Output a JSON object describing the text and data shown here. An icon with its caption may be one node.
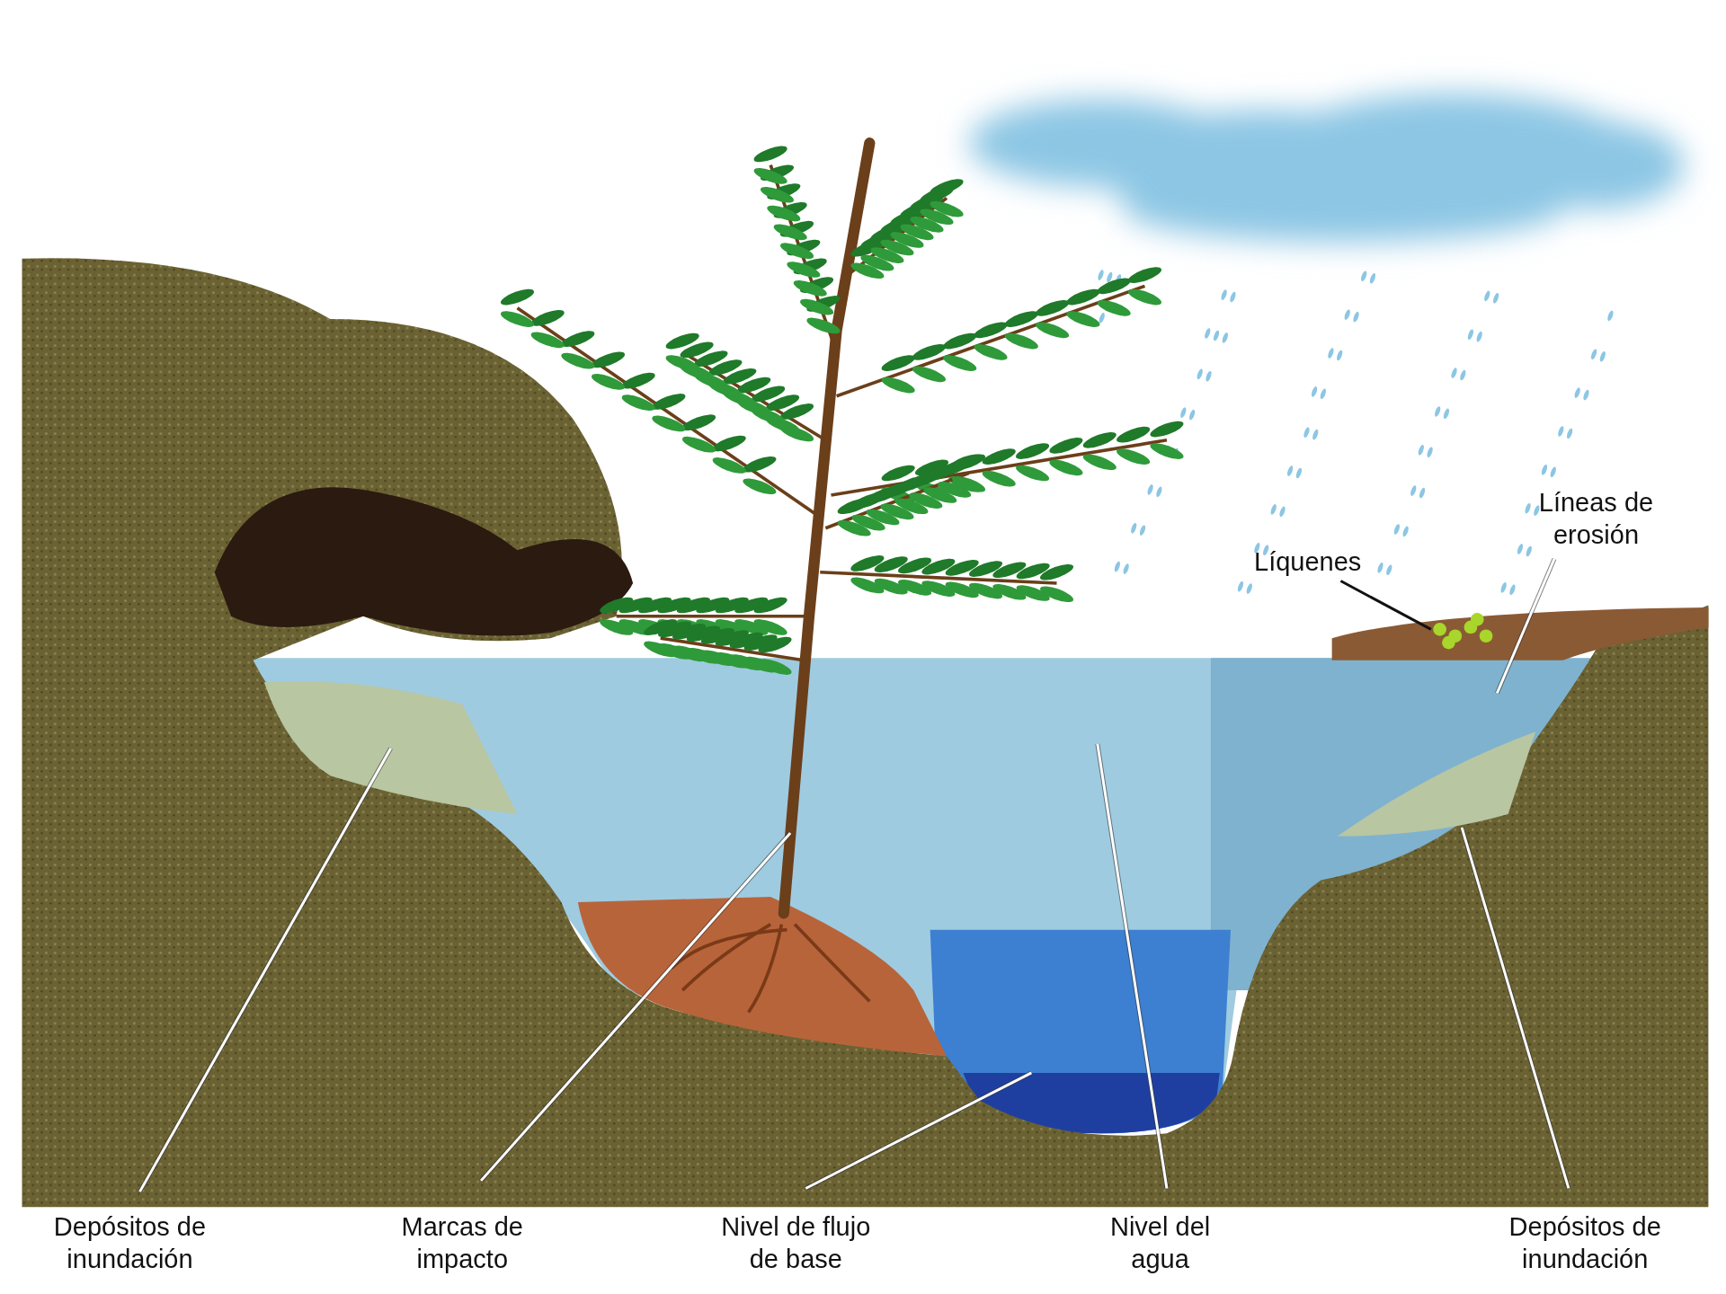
{
  "diagram": {
    "nodes": [
      {
        "text": [
          "Líneas de erosión"
        ]
      },
      {
        "text": [
          "Líquenes"
        ]
      },
      {
        "text": [
          "Depósitos de inundación"
        ]
      },
      {
        "text": [
          "Marcas de impacto"
        ]
      },
      {
        "text": [
          "Nivel de flujo de base"
        ]
      },
      {
        "text": [
          "Nivel del agua"
        ]
      },
      {
        "text": [
          "Depósitos de inundación"
        ]
      }
    ],
    "edges": [
      {
        "from": 0,
        "to": null,
        "arrow": "none"
      },
      {
        "from": 1,
        "to": null,
        "arrow": "none",
        "color": "#111111"
      },
      {
        "from": 2,
        "to": null,
        "arrow": "none"
      },
      {
        "from": 3,
        "to": null,
        "arrow": "none"
      },
      {
        "from": 4,
        "to": null,
        "arrow": "none"
      },
      {
        "from": 5,
        "to": null,
        "arrow": "none"
      },
      {
        "from": 6,
        "to": null,
        "arrow": "none"
      }
    ]
  }
}
